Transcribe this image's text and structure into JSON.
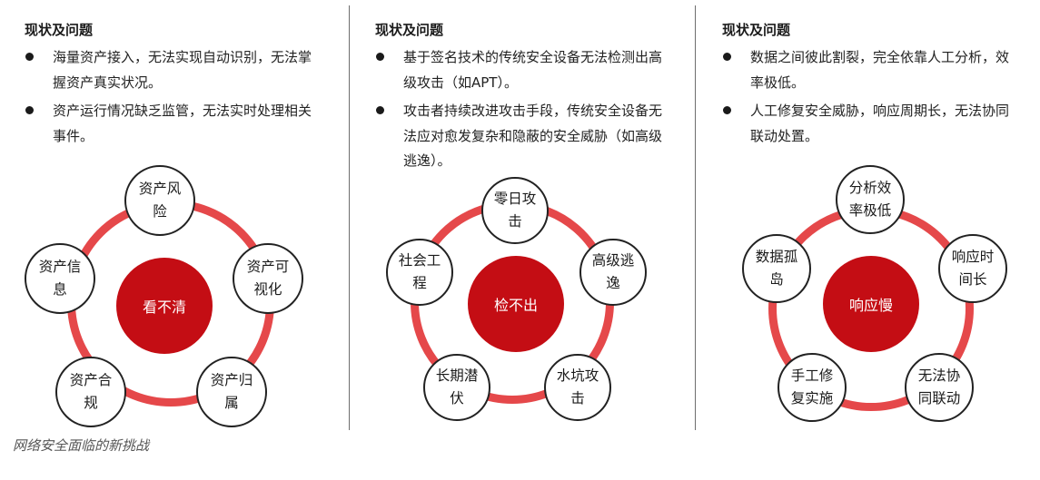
{
  "panels": [
    {
      "heading": "现状及问题",
      "bullets": [
        "海量资产接入，无法实现自动识别，无法掌握资产真实状况。",
        "资产运行情况缺乏监管，无法实时处理相关事件。"
      ],
      "center": "看不清",
      "nodes": [
        "资产风险",
        "资产可视化",
        "资产归属",
        "资产合规",
        "资产信息"
      ]
    },
    {
      "heading": "现状及问题",
      "bullets": [
        "基于签名技术的传统安全设备无法检测出高级攻击（如APT）。",
        "攻击者持续改进攻击手段，传统安全设备无法应对愈发复杂和隐蔽的安全威胁（如高级逃逸）。"
      ],
      "center": "检不出",
      "nodes": [
        "零日攻击",
        "高级逃逸",
        "水坑攻击",
        "长期潜伏",
        "社会工程"
      ]
    },
    {
      "heading": "现状及问题",
      "bullets": [
        "数据之间彼此割裂，完全依靠人工分析，效率极低。",
        "人工修复安全威胁，响应周期长，无法协同联动处置。"
      ],
      "center": "响应慢",
      "nodes": [
        "分析效率极低",
        "响应时间长",
        "无法协同联动",
        "手工修复实施",
        "数据孤岛"
      ]
    }
  ],
  "caption": "网络安全面临的新挑战",
  "colors": {
    "ring": "#e5484a",
    "center": "#c40d14",
    "node_border": "#222222",
    "divider": "#6e6e6e"
  }
}
